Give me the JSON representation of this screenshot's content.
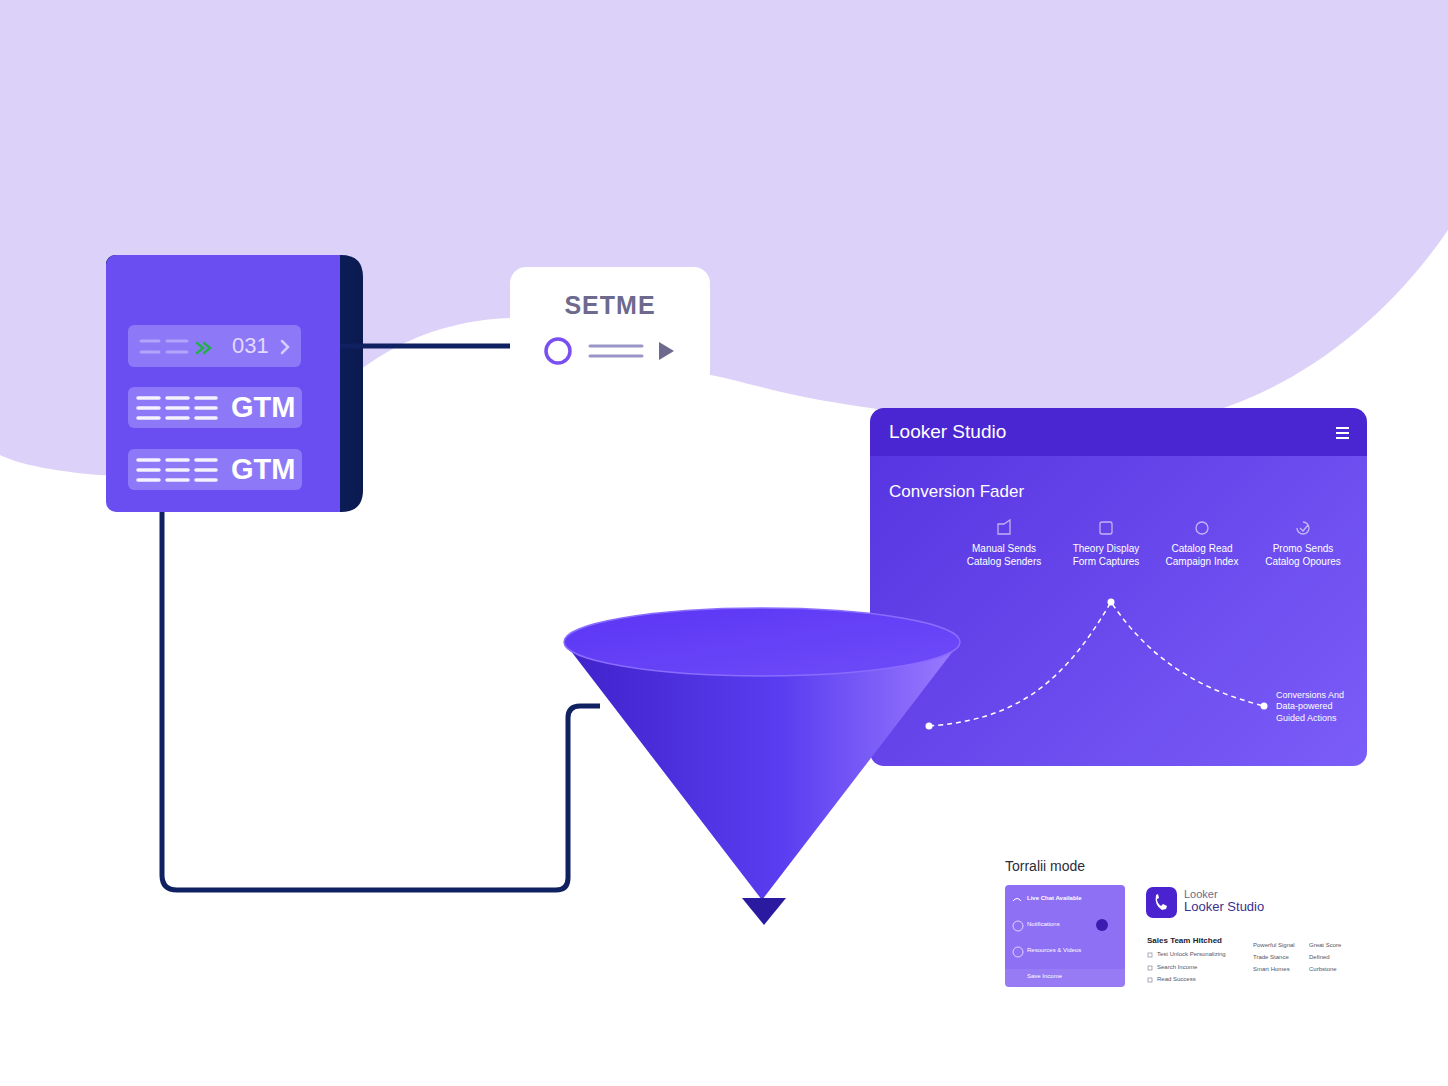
{
  "diagram": {
    "nodes": [
      {
        "text": []
      },
      {
        "text": [
          "031"
        ],
        "in": 0
      },
      {
        "text": [
          "GTM"
        ],
        "in": 0
      },
      {
        "text": [
          "GTM"
        ],
        "in": 0
      },
      {
        "text": [
          "SETME"
        ]
      },
      {
        "text": [
          "Looker Studio",
          "Conversion Fader"
        ]
      },
      {
        "text": [
          "Torralii mode",
          "Live Chat Available",
          "Notifications",
          "Resources & Videos",
          "Save Income"
        ]
      }
    ],
    "edges": [
      {
        "from": 0,
        "to": 4,
        "arrow": "none"
      }
    ],
    "labels": [
      "Manual Sends Catalog Senders",
      "Theory Display Form Captures",
      "Catalog Read Campaign Index",
      "Promo Sends Catalog Opoures",
      "Conversions And Data-powered Guided Actions",
      "Looker",
      "Looker Studio",
      "Sales Team Hitched",
      "Test Unlock Personalizing",
      "Search Income",
      "Read Success",
      "Powerful Signal",
      "Trade Stance",
      "Smart Homes",
      "Great Score",
      "Defined",
      "Curbstone"
    ]
  }
}
